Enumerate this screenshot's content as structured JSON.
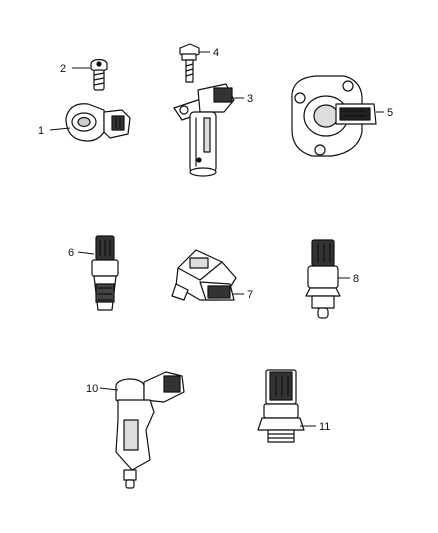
{
  "callouts": [
    {
      "id": "1",
      "label": "1"
    },
    {
      "id": "2",
      "label": "2"
    },
    {
      "id": "3",
      "label": "3"
    },
    {
      "id": "4",
      "label": "4"
    },
    {
      "id": "5",
      "label": "5"
    },
    {
      "id": "6",
      "label": "6"
    },
    {
      "id": "7",
      "label": "7"
    },
    {
      "id": "8",
      "label": "8"
    },
    {
      "id": "10",
      "label": "10"
    },
    {
      "id": "11",
      "label": "11"
    }
  ],
  "parts": [
    {
      "id": "1",
      "kind": "knock-sensor"
    },
    {
      "id": "2",
      "kind": "screw"
    },
    {
      "id": "3",
      "kind": "camshaft-position-sensor"
    },
    {
      "id": "4",
      "kind": "bolt"
    },
    {
      "id": "5",
      "kind": "map-sensor"
    },
    {
      "id": "6",
      "kind": "speed-sensor"
    },
    {
      "id": "7",
      "kind": "pressure-sensor"
    },
    {
      "id": "8",
      "kind": "temperature-sensor"
    },
    {
      "id": "10",
      "kind": "crankshaft-position-sensor"
    },
    {
      "id": "11",
      "kind": "oil-pressure-switch"
    }
  ]
}
